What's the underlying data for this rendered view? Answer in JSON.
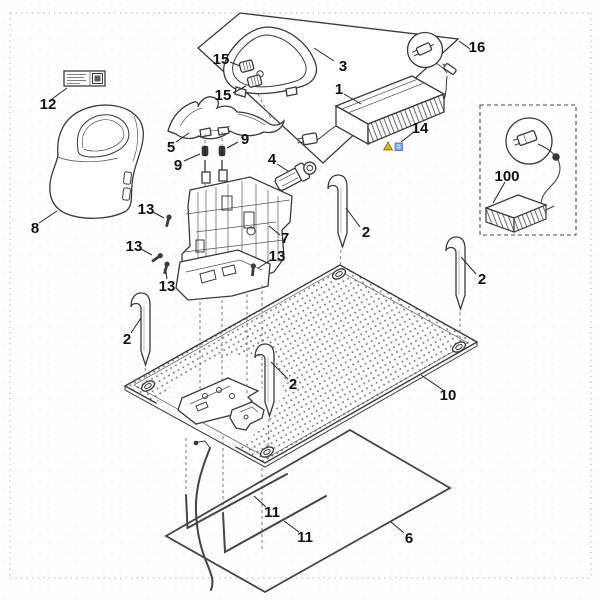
{
  "diagram": {
    "kind": "exploded-parts-diagram",
    "page_style": "dotted-border-scan"
  },
  "callouts": {
    "c1": "1",
    "c2": "2",
    "c3": "3",
    "c4": "4",
    "c5": "5",
    "c6": "6",
    "c7": "7",
    "c8": "8",
    "c9": "9",
    "c10": "10",
    "c11": "11",
    "c12": "12",
    "c13": "13",
    "c14": "14",
    "c15": "15",
    "c16": "16",
    "c100": "100"
  },
  "colors": {
    "line": "#3a3a3a",
    "warning_icon_yellow": "#e2ae12",
    "manual_icon_blue": "#7fb2e0",
    "manual_icon_border": "#2d5fa8"
  }
}
